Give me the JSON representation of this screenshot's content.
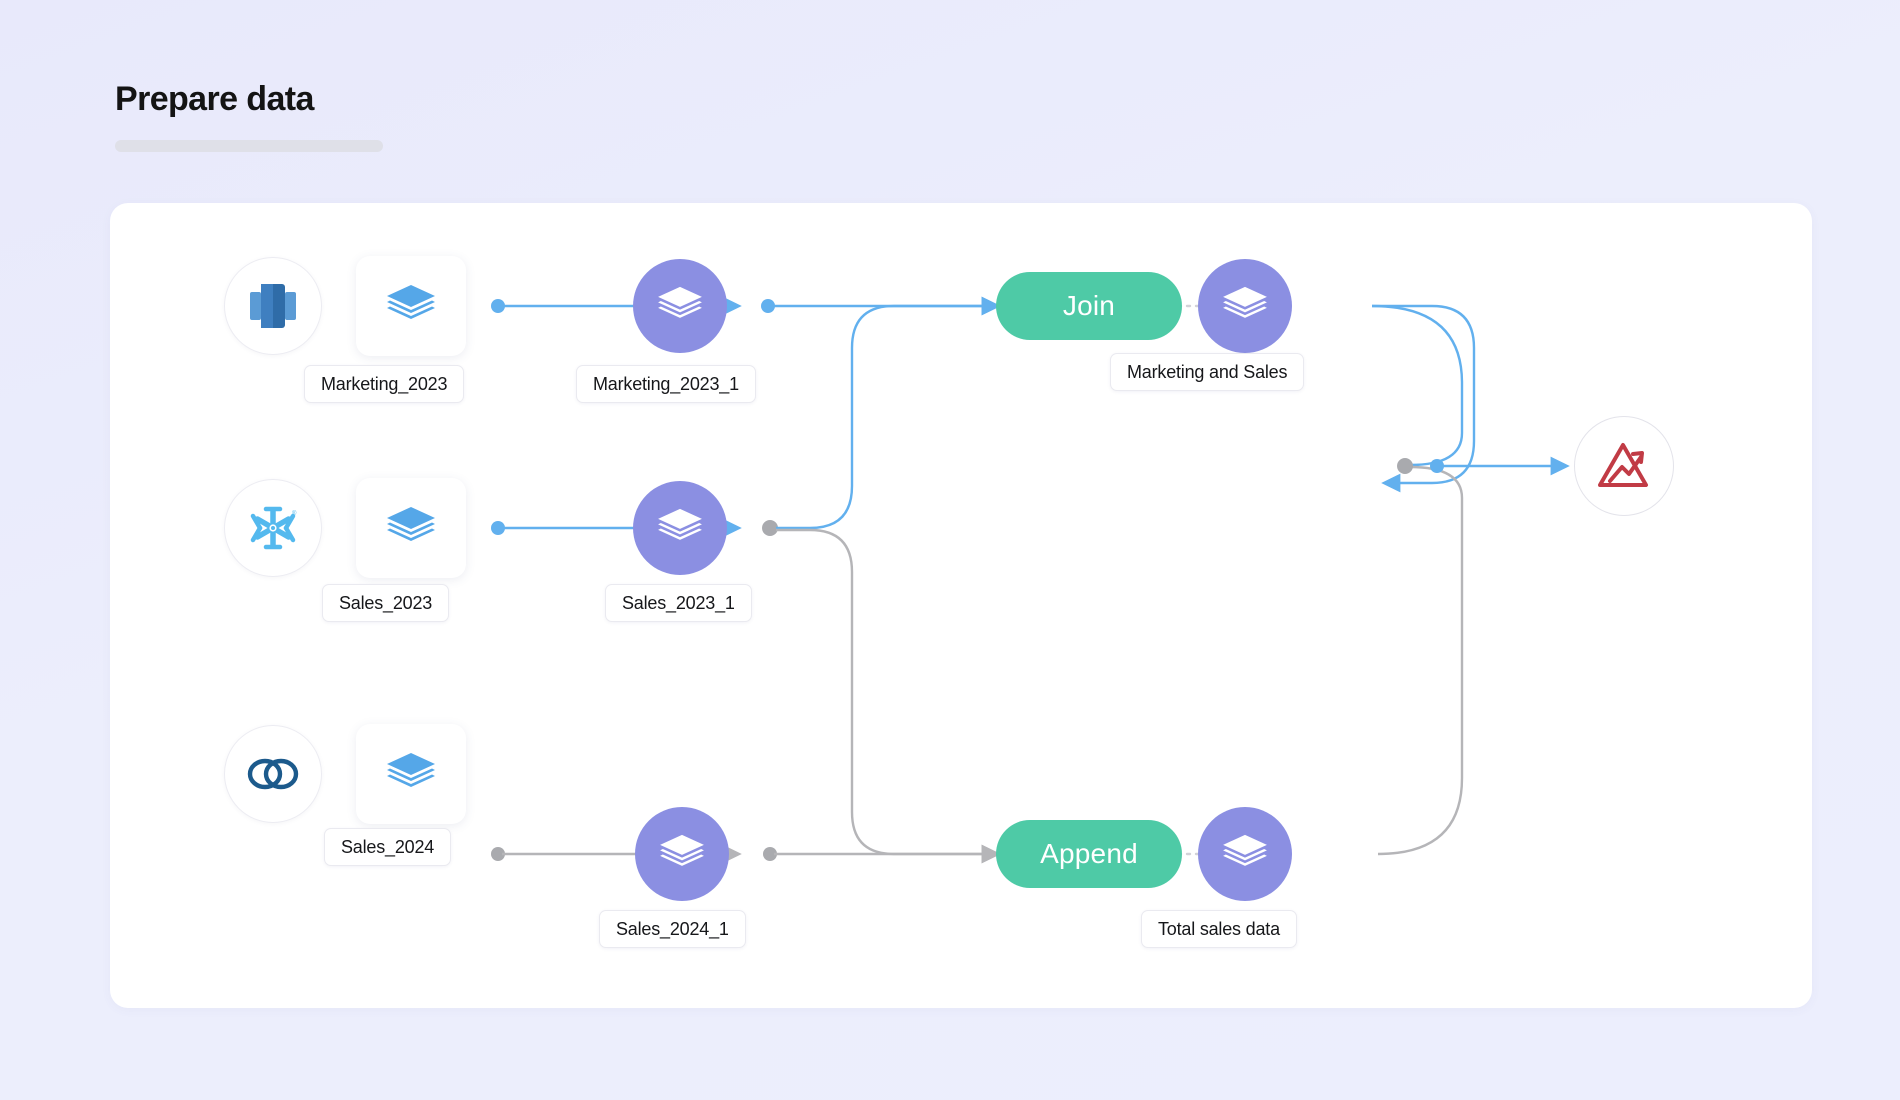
{
  "header": {
    "title": "Prepare data"
  },
  "canvas": {
    "sources": [
      {
        "icon": "redshift-database-icon",
        "dataset_icon": "layers-icon",
        "label": "Marketing_2023"
      },
      {
        "icon": "snowflake-icon",
        "dataset_icon": "layers-icon",
        "label": "Sales_2023"
      },
      {
        "icon": "zoho-link-icon",
        "dataset_icon": "layers-icon",
        "label": "Sales_2024"
      }
    ],
    "stage_nodes": [
      {
        "icon": "layers-icon",
        "label": "Marketing_2023_1"
      },
      {
        "icon": "layers-icon",
        "label": "Sales_2023_1"
      },
      {
        "icon": "layers-icon",
        "label": "Sales_2024_1"
      }
    ],
    "operations": [
      {
        "label": "Join"
      },
      {
        "label": "Append"
      }
    ],
    "result_nodes": [
      {
        "icon": "layers-icon",
        "label": "Marketing and Sales"
      },
      {
        "icon": "layers-icon",
        "label": "Total sales data"
      }
    ],
    "output": {
      "icon": "zoho-analytics-icon"
    }
  },
  "colors": {
    "background": "#e8e9fb",
    "canvas": "#ffffff",
    "purple_node": "#8b8fe2",
    "operation_pill": "#4ecaa6",
    "active_wire": "#62b0ee",
    "inactive_wire": "#b5b5b8",
    "output_icon": "#c13b45",
    "dataset_icon": "#55a7e8",
    "title_text": "#141414"
  }
}
